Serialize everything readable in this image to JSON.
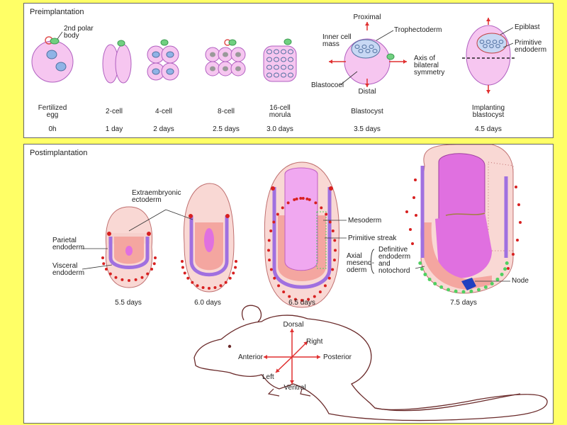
{
  "preimplantation": {
    "title": "Preimplantation",
    "polar_body_label": "2nd polar\nbody",
    "stages": [
      {
        "name": "Fertilized\negg",
        "time": "0h"
      },
      {
        "name": "2-cell",
        "time": "1 day"
      },
      {
        "name": "4-cell",
        "time": "2 days"
      },
      {
        "name": "8-cell",
        "time": "2.5 days"
      },
      {
        "name": "16-cell\nmorula",
        "time": "3.0 days"
      },
      {
        "name": "Blastocyst",
        "time": "3.5 days"
      },
      {
        "name": "Implanting\nblastocyst",
        "time": "4.5 days"
      }
    ],
    "labels": {
      "proximal": "Proximal",
      "distal": "Distal",
      "inner_cell_mass": "Inner cell\nmass",
      "trophectoderm": "Trophectoderm",
      "blastocoel": "Blastocoel",
      "axis": "Axis of\nbilateral\nsymmetry",
      "epiblast": "Epiblast",
      "primitive_endoderm": "Primitive\nendoderm"
    }
  },
  "postimplantation": {
    "title": "Postimplantation",
    "stages": [
      "5.5 days",
      "6.0 days",
      "6.5 days",
      "7.5 days"
    ],
    "labels": {
      "extraembryonic_ectoderm": "Extraembryonic\nectoderm",
      "parietal_endoderm": "Parietal\nendoderm",
      "visceral_endoderm": "Visceral\nendoderm",
      "mesoderm": "Mesoderm",
      "primitive_streak": "Primitive streak",
      "axial_mesendoderm": "Axial\nmesend-\noderm",
      "definitive_endoderm": "Definitive\nendoderm\nand\nnotochord",
      "node": "Node"
    },
    "axes": {
      "dorsal": "Dorsal",
      "ventral": "Ventral",
      "anterior": "Anterior",
      "posterior": "Posterior",
      "left": "Left",
      "right": "Right"
    }
  },
  "colors": {
    "background": "#ffff66",
    "cell_fill": "#f6c6f0",
    "cell_stroke": "#b060c0",
    "nucleus": "#8fb3e6",
    "polar_red": "#e05050",
    "polar_green": "#70d080",
    "embryo_pink": "#f4a6a0",
    "arrow_red": "#e03030",
    "magenta": "#e070e0",
    "purple_band": "#a070e0",
    "dot_red": "#d82020",
    "green_dots": "#50d060",
    "node_blue": "#2040c0"
  }
}
